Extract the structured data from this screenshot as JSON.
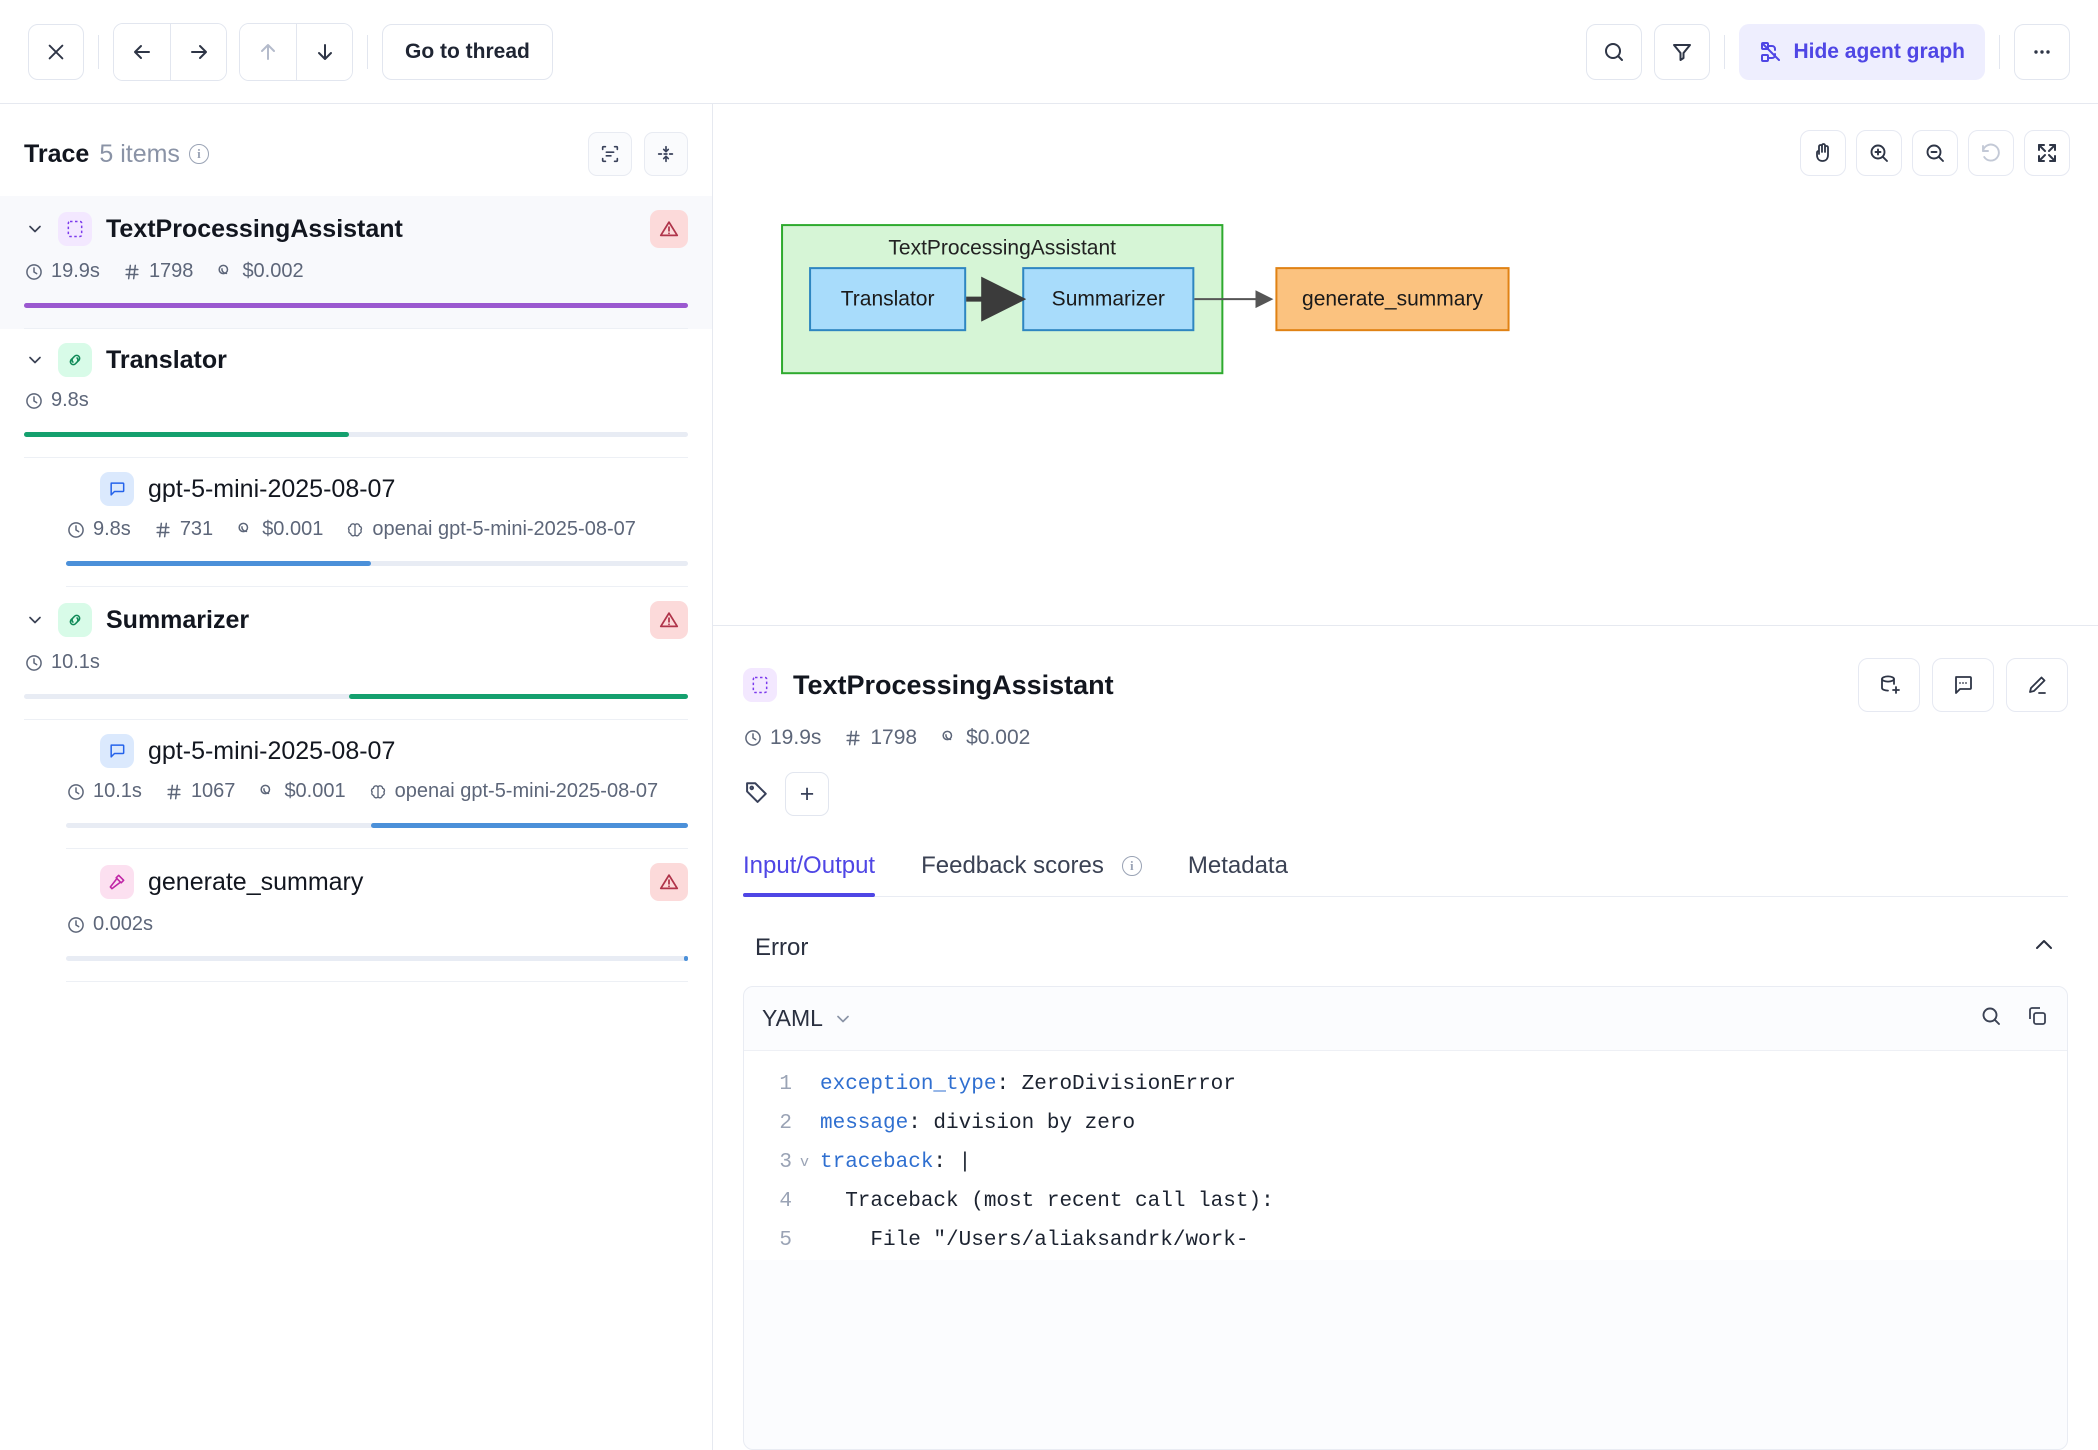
{
  "topbar": {
    "close_label": "✕",
    "back_label": "←",
    "forward_label": "→",
    "up_label": "↑",
    "down_label": "↓",
    "go_to_thread": "Go to thread",
    "hide_agent_graph": "Hide agent graph",
    "more_label": "⋯"
  },
  "trace": {
    "title": "Trace",
    "count": "5 items",
    "rows": [
      {
        "name": "TextProcessingAssistant",
        "kind": "agent",
        "duration": "19.9s",
        "tokens": "1798",
        "cost": "$0.002",
        "model": "",
        "has_error": true,
        "bar_color": "#9b59d0",
        "bar_start_pct": 0,
        "bar_width_pct": 100,
        "selected": true,
        "indent": 0
      },
      {
        "name": "Translator",
        "kind": "chain",
        "duration": "9.8s",
        "tokens": "",
        "cost": "",
        "model": "",
        "has_error": false,
        "bar_color": "#14a06e",
        "bar_start_pct": 0,
        "bar_width_pct": 49,
        "selected": false,
        "indent": 1
      },
      {
        "name": "gpt-5-mini-2025-08-07",
        "kind": "llm",
        "duration": "9.8s",
        "tokens": "731",
        "cost": "$0.001",
        "model": "openai gpt-5-mini-2025-08-07",
        "has_error": false,
        "bar_color": "#4b90d9",
        "bar_start_pct": 0,
        "bar_width_pct": 49,
        "selected": false,
        "indent": 2
      },
      {
        "name": "Summarizer",
        "kind": "chain",
        "duration": "10.1s",
        "tokens": "",
        "cost": "",
        "model": "",
        "has_error": true,
        "bar_color": "#14a06e",
        "bar_start_pct": 49,
        "bar_width_pct": 51,
        "selected": false,
        "indent": 1
      },
      {
        "name": "gpt-5-mini-2025-08-07",
        "kind": "llm",
        "duration": "10.1s",
        "tokens": "1067",
        "cost": "$0.001",
        "model": "openai gpt-5-mini-2025-08-07",
        "has_error": false,
        "bar_color": "#4b90d9",
        "bar_start_pct": 49,
        "bar_width_pct": 51,
        "selected": false,
        "indent": 2
      },
      {
        "name": "generate_summary",
        "kind": "tool",
        "duration": "0.002s",
        "tokens": "",
        "cost": "",
        "model": "",
        "has_error": true,
        "bar_color": "#4b90d9",
        "bar_start_pct": 100,
        "bar_width_pct": 0,
        "selected": false,
        "indent": 2
      }
    ]
  },
  "graph": {
    "group_label": "TextProcessingAssistant",
    "nodes": [
      {
        "label": "Translator",
        "style": "blue"
      },
      {
        "label": "Summarizer",
        "style": "blue"
      },
      {
        "label": "generate_summary",
        "style": "orange"
      }
    ],
    "colors": {
      "group_fill": "#d6f5d6",
      "group_stroke": "#2eaa2e",
      "node_blue_fill": "#a8dcfb",
      "node_blue_stroke": "#2e86c1",
      "node_orange_fill": "#fbc27f",
      "node_orange_stroke": "#e08214"
    }
  },
  "detail": {
    "title": "TextProcessingAssistant",
    "duration": "19.9s",
    "tokens": "1798",
    "cost": "$0.002",
    "tabs": [
      {
        "label": "Input/Output",
        "active": true
      },
      {
        "label": "Feedback scores",
        "active": false,
        "info": true
      },
      {
        "label": "Metadata",
        "active": false
      }
    ],
    "section_title": "Error",
    "code": {
      "language": "YAML",
      "lines": [
        {
          "n": "1",
          "fold": "",
          "key": "exception_type",
          "rest": ": ZeroDivisionError",
          "indent": ""
        },
        {
          "n": "2",
          "fold": "",
          "key": "message",
          "rest": ": division by zero",
          "indent": ""
        },
        {
          "n": "3",
          "fold": "v",
          "key": "traceback",
          "rest": ": |",
          "indent": ""
        },
        {
          "n": "4",
          "fold": "",
          "key": "",
          "rest": "  Traceback (most recent call last):",
          "indent": ""
        },
        {
          "n": "5",
          "fold": "",
          "key": "",
          "rest": "    File \"/Users/aliaksandrk/work-",
          "indent": ""
        }
      ]
    }
  },
  "colors": {
    "accent": "#4f46e5",
    "error_bg": "#fcdada",
    "error_fg": "#b0344a"
  }
}
